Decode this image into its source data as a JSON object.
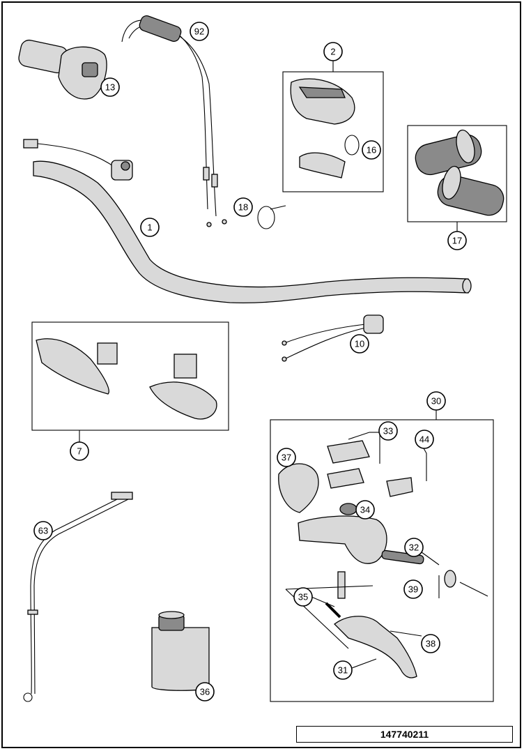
{
  "document_number": "147740211",
  "callouts": [
    {
      "id": "92",
      "label": "92"
    },
    {
      "id": "13",
      "label": "13"
    },
    {
      "id": "2",
      "label": "2"
    },
    {
      "id": "16",
      "label": "16"
    },
    {
      "id": "17",
      "label": "17"
    },
    {
      "id": "18",
      "label": "18"
    },
    {
      "id": "1",
      "label": "1"
    },
    {
      "id": "10",
      "label": "10"
    },
    {
      "id": "7",
      "label": "7"
    },
    {
      "id": "30",
      "label": "30"
    },
    {
      "id": "33",
      "label": "33"
    },
    {
      "id": "44",
      "label": "44"
    },
    {
      "id": "37",
      "label": "37"
    },
    {
      "id": "34",
      "label": "34"
    },
    {
      "id": "63",
      "label": "63"
    },
    {
      "id": "32",
      "label": "32"
    },
    {
      "id": "39",
      "label": "39"
    },
    {
      "id": "35",
      "label": "35"
    },
    {
      "id": "38",
      "label": "38"
    },
    {
      "id": "31",
      "label": "31"
    },
    {
      "id": "36",
      "label": "36"
    }
  ]
}
